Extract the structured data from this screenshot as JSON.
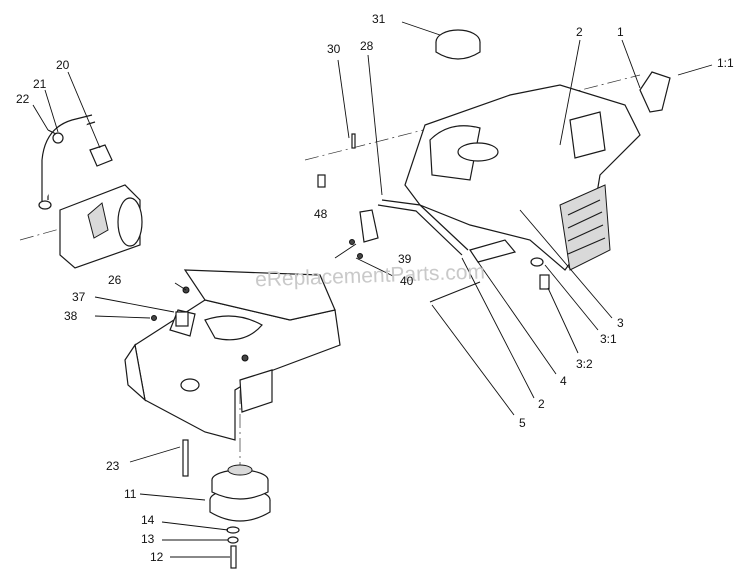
{
  "watermark": "eReplacementParts.com",
  "callouts": [
    {
      "id": "31",
      "text": "31"
    },
    {
      "id": "30",
      "text": "30"
    },
    {
      "id": "28",
      "text": "28"
    },
    {
      "id": "2a",
      "text": "2"
    },
    {
      "id": "1",
      "text": "1"
    },
    {
      "id": "1-1",
      "text": "1:1"
    },
    {
      "id": "20",
      "text": "20"
    },
    {
      "id": "21",
      "text": "21"
    },
    {
      "id": "22",
      "text": "22"
    },
    {
      "id": "48",
      "text": "48"
    },
    {
      "id": "39",
      "text": "39"
    },
    {
      "id": "40",
      "text": "40"
    },
    {
      "id": "26",
      "text": "26"
    },
    {
      "id": "37",
      "text": "37"
    },
    {
      "id": "38",
      "text": "38"
    },
    {
      "id": "3",
      "text": "3"
    },
    {
      "id": "3-1",
      "text": "3:1"
    },
    {
      "id": "3-2",
      "text": "3:2"
    },
    {
      "id": "4",
      "text": "4"
    },
    {
      "id": "2b",
      "text": "2"
    },
    {
      "id": "5",
      "text": "5"
    },
    {
      "id": "23",
      "text": "23"
    },
    {
      "id": "11",
      "text": "11"
    },
    {
      "id": "14",
      "text": "14"
    },
    {
      "id": "13",
      "text": "13"
    },
    {
      "id": "12",
      "text": "12"
    }
  ]
}
